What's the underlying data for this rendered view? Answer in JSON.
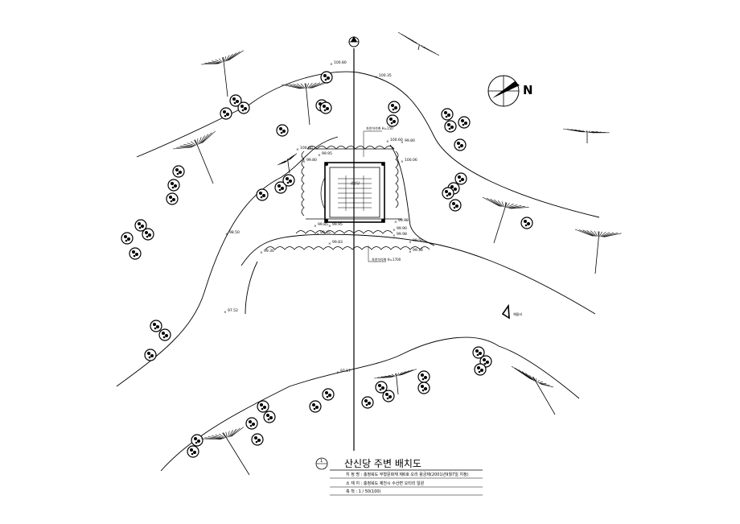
{
  "title_block": {
    "number": "1",
    "title": "산신당 주변 배치도",
    "designation": "지 정 명 : 충청북도 무형문화재 제6호 오리 용궁제(2001년9월7일 지정)",
    "location": "소 재 지 : 충청북도 제천시 수산면 오티리 일원",
    "scale": "축    척 :    1 / 50(100)"
  },
  "notes": {
    "upper_wall": "자연석석축 H=150",
    "lower_wall": "자연석석축 H=1700",
    "building": "산신당",
    "marker": "해돌비"
  },
  "elevations": [
    "100.80",
    "100.35",
    "100.60",
    "100.60",
    "100.06",
    "99.80",
    "99.95",
    "99.80",
    "99.85",
    "99.95",
    "99.90",
    "99.98",
    "99.98",
    "99.50",
    "99.30",
    "99.83",
    "99.34",
    "99.45",
    "98.50",
    "97.52",
    "97.17"
  ],
  "colors": {
    "ink": "#000000",
    "paper": "#ffffff"
  }
}
